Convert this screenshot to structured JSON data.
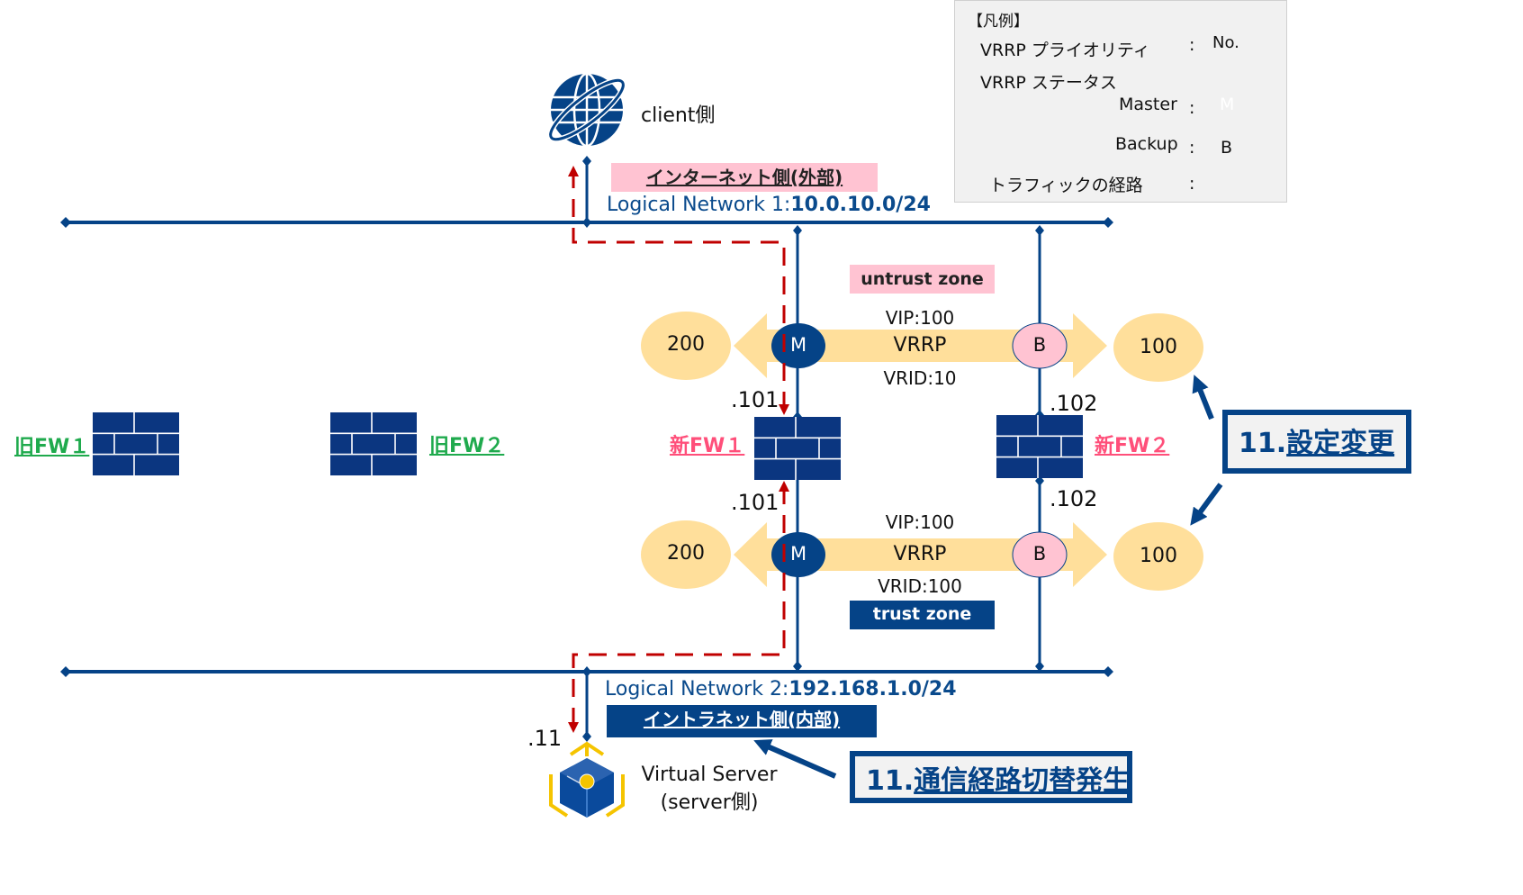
{
  "legend": {
    "title": "【凡例】",
    "priority_label": "VRRP プライオリティ",
    "priority_sample": "No.",
    "status_label": "VRRP ステータス",
    "master_label": "Master",
    "master_symbol": "M",
    "backup_label": "Backup",
    "backup_symbol": "B",
    "traffic_label": "トラフィックの経路",
    "colon": ":"
  },
  "client": {
    "label": "client側",
    "icon": "globe-icon"
  },
  "internet_zone": {
    "label": "インターネット側(外部)"
  },
  "network1": {
    "prefix": "Logical Network 1:",
    "cidr": "10.0.10.0/24"
  },
  "network2": {
    "prefix": "Logical Network 2:",
    "cidr": "192.168.1.0/24"
  },
  "intranet_zone": {
    "label": "イントラネット側(内部)"
  },
  "untrust_zone": {
    "label": "untrust zone"
  },
  "trust_zone": {
    "label": "trust zone"
  },
  "vrrp_untrust": {
    "vip": "VIP:100",
    "name": "VRRP",
    "vrid": "VRID:10",
    "master_priority": "200",
    "backup_priority": "100",
    "master_symbol": "M",
    "backup_symbol": "B"
  },
  "vrrp_trust": {
    "vip": "VIP:100",
    "name": "VRRP",
    "vrid": "VRID:100",
    "master_priority": "200",
    "backup_priority": "100",
    "master_symbol": "M",
    "backup_symbol": "B"
  },
  "firewalls": {
    "old_fw1": "旧FW１",
    "old_fw2": "旧FW２",
    "new_fw1": "新FW１",
    "new_fw2": "新FW２"
  },
  "ips": {
    "fw1_untrust": ".101",
    "fw1_trust": ".101",
    "fw2_untrust": ".102",
    "fw2_trust": ".102",
    "server": ".11"
  },
  "server": {
    "line1": "Virtual Server",
    "line2": "(server側)",
    "icon": "virtual-server-icon"
  },
  "callouts": {
    "setting_change": {
      "num": "11.",
      "text": "設定変更"
    },
    "route_switch": {
      "num": "11.",
      "text": "通信経路切替発生"
    }
  },
  "colors": {
    "network_blue": "#054387",
    "firewall_blue": "#0b3680",
    "traffic_red": "#c00000",
    "priority_fill": "#ffdf9b",
    "backup_fill": "#ffc3d2",
    "old_fw_green": "#1faa4d",
    "new_fw_pink": "#ff4f7a"
  }
}
